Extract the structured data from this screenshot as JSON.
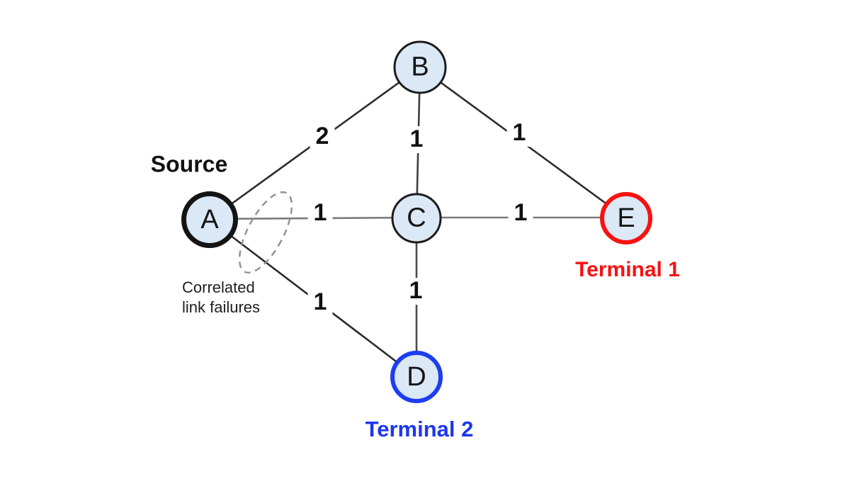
{
  "graph": {
    "nodes": [
      {
        "id": "A",
        "label": "A",
        "annotation": "Source"
      },
      {
        "id": "B",
        "label": "B",
        "annotation": ""
      },
      {
        "id": "C",
        "label": "C",
        "annotation": ""
      },
      {
        "id": "D",
        "label": "D",
        "annotation": "Terminal 2"
      },
      {
        "id": "E",
        "label": "E",
        "annotation": "Terminal 1"
      }
    ],
    "edges": [
      {
        "from": "A",
        "to": "B",
        "weight": "2"
      },
      {
        "from": "B",
        "to": "C",
        "weight": "1"
      },
      {
        "from": "B",
        "to": "E",
        "weight": "1"
      },
      {
        "from": "A",
        "to": "C",
        "weight": "1"
      },
      {
        "from": "C",
        "to": "E",
        "weight": "1"
      },
      {
        "from": "C",
        "to": "D",
        "weight": "1"
      },
      {
        "from": "A",
        "to": "D",
        "weight": "1"
      }
    ],
    "note": {
      "line1": "Correlated",
      "line2": "link failures"
    },
    "colors": {
      "node_fill": "#dbe8f6",
      "node_border": "#141414",
      "source_label": "#111111",
      "terminal1": "#f71212",
      "terminal2": "#1d36ee",
      "edge_dark": "#2b2b2b",
      "edge_gray": "#7b7b7b",
      "ellipse_dashed": "#8f8f8f"
    }
  }
}
